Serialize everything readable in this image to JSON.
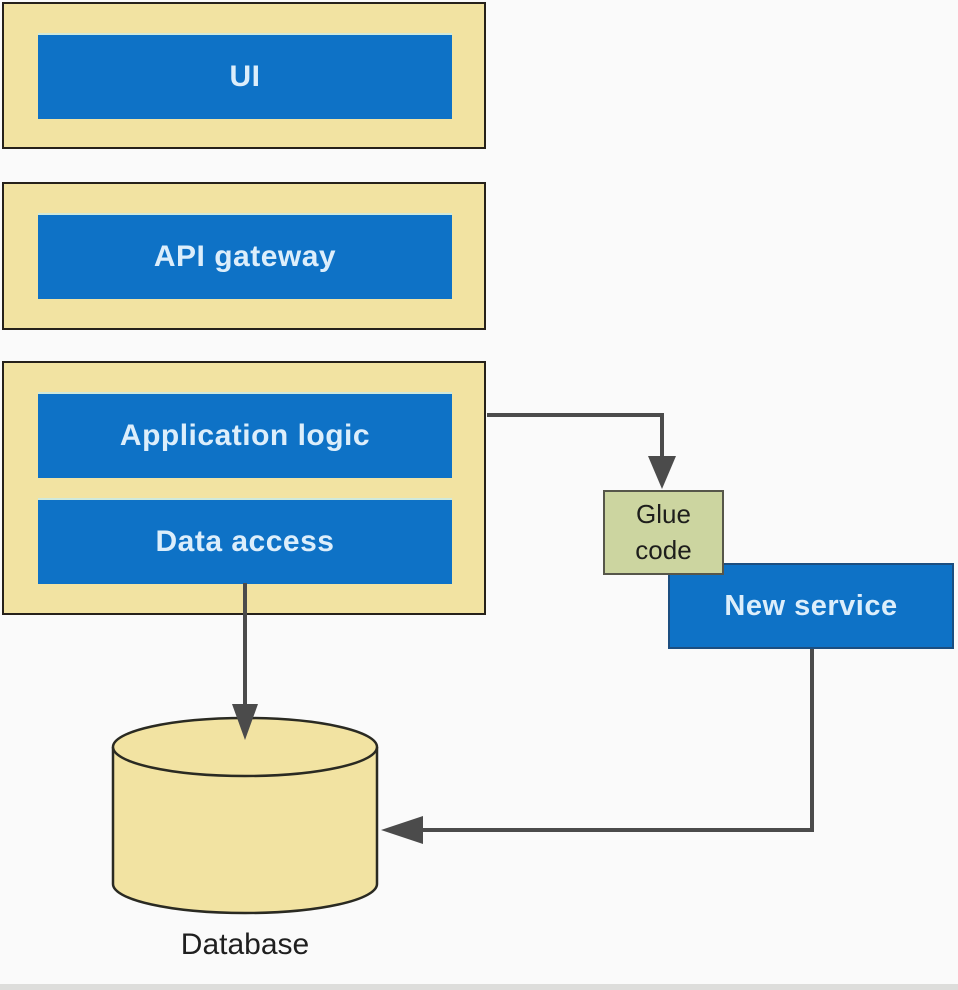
{
  "diagram_type": "architecture-diagram",
  "nodes": {
    "ui": {
      "label": "UI"
    },
    "api_gateway": {
      "label": "API gateway"
    },
    "application_logic": {
      "label": "Application logic"
    },
    "data_access": {
      "label": "Data access"
    },
    "glue_code": {
      "label": "Glue code"
    },
    "new_service": {
      "label": "New service"
    },
    "database": {
      "label": "Database"
    }
  },
  "edges": [
    {
      "id": "app-container-to-glue-code",
      "from": "application_logic",
      "to": "glue_code",
      "direction": "right-then-down"
    },
    {
      "id": "data-access-to-database",
      "from": "data_access",
      "to": "database",
      "direction": "down"
    },
    {
      "id": "new-service-to-database",
      "from": "new_service",
      "to": "database",
      "direction": "down-then-left"
    }
  ],
  "colors": {
    "background": "#fafafa",
    "container_fill": "#f2e3a2",
    "container_border": "#26211a",
    "service_fill": "#0e72c6",
    "service_text": "#dceefb",
    "new_service_border": "#1c4e80",
    "glue_fill": "#ccd5a0",
    "glue_border": "#56564a",
    "glue_text": "#1e1e1c",
    "database_fill": "#f2e3a2",
    "database_border": "#2a2a22",
    "arrow": "#4b4b4b",
    "label_text": "#1f1f1f"
  }
}
